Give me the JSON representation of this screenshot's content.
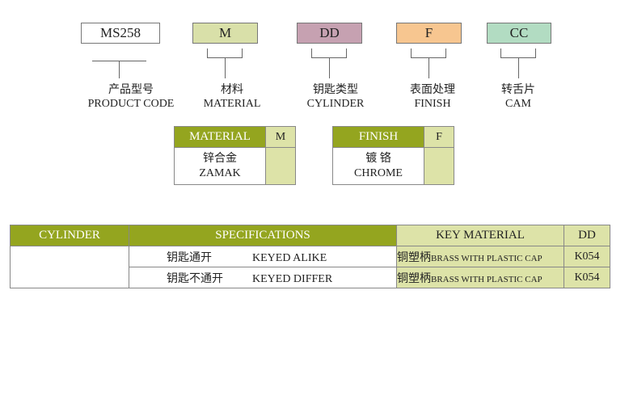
{
  "codes": [
    {
      "value": "MS258",
      "zh": "产品型号",
      "en": "PRODUCT CODE",
      "color": "#ffffff"
    },
    {
      "value": "M",
      "zh": "材料",
      "en": "MATERIAL",
      "color": "#d9e0a9"
    },
    {
      "value": "DD",
      "zh": "钥匙类型",
      "en": "CYLINDER",
      "color": "#c6a1b1"
    },
    {
      "value": "F",
      "zh": "表面处理",
      "en": "FINISH",
      "color": "#f7c690"
    },
    {
      "value": "CC",
      "zh": "转舌片",
      "en": "CAM",
      "color": "#b2dcc2"
    }
  ],
  "material_table": {
    "header": "MATERIAL",
    "code": "M",
    "zh": "锌合金",
    "en": "ZAMAK"
  },
  "finish_table": {
    "header": "FINISH",
    "code": "F",
    "zh": "镀 铬",
    "en": "CHROME"
  },
  "cylinder_table": {
    "headers": [
      "CYLINDER",
      "SPECIFICATIONS",
      "KEY MATERIAL",
      "DD"
    ],
    "rows": [
      {
        "spec_zh": "钥匙通开",
        "spec_en": "KEYED ALIKE",
        "mat_zh": "铜塑柄",
        "mat_en": "BRASS WITH PLASTIC CAP",
        "code": "K054"
      },
      {
        "spec_zh": "钥匙不通开",
        "spec_en": "KEYED DIFFER",
        "mat_zh": "铜塑柄",
        "mat_en": "BRASS WITH PLASTIC CAP",
        "code": "K054"
      }
    ]
  }
}
